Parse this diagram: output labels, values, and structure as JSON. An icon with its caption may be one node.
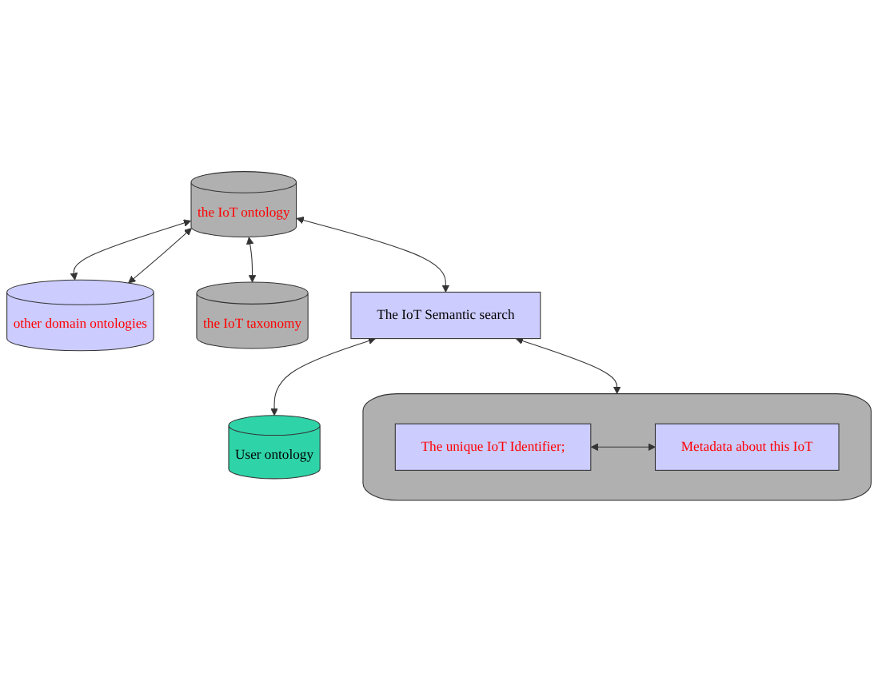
{
  "diagram": {
    "nodes": [
      {
        "text": [
          "the IoT ontology"
        ]
      },
      {
        "text": [
          "other domain ontologies"
        ]
      },
      {
        "text": [
          "the IoT taxonomy"
        ]
      },
      {
        "text": [
          "The IoT Semantic search"
        ]
      },
      {
        "text": [],
        "shape": "cylinder"
      },
      {
        "text": [
          "The unique IoT Identifier;"
        ],
        "in": 4
      },
      {
        "text": [
          "Metadata about this IoT"
        ],
        "in": 4
      },
      {
        "text": [
          "User ontology"
        ]
      }
    ],
    "edges": [
      {
        "from": 0,
        "to": 1,
        "arrow": "both"
      },
      {
        "from": 0,
        "to": 1,
        "arrow": "both"
      },
      {
        "from": 0,
        "to": 3,
        "arrow": "both"
      },
      {
        "from": 0,
        "to": 2,
        "arrow": "both"
      },
      {
        "from": 3,
        "to": 7,
        "arrow": "both"
      },
      {
        "from": 3,
        "to": 4,
        "arrow": "both"
      },
      {
        "from": 5,
        "to": 6,
        "arrow": "both"
      }
    ]
  }
}
